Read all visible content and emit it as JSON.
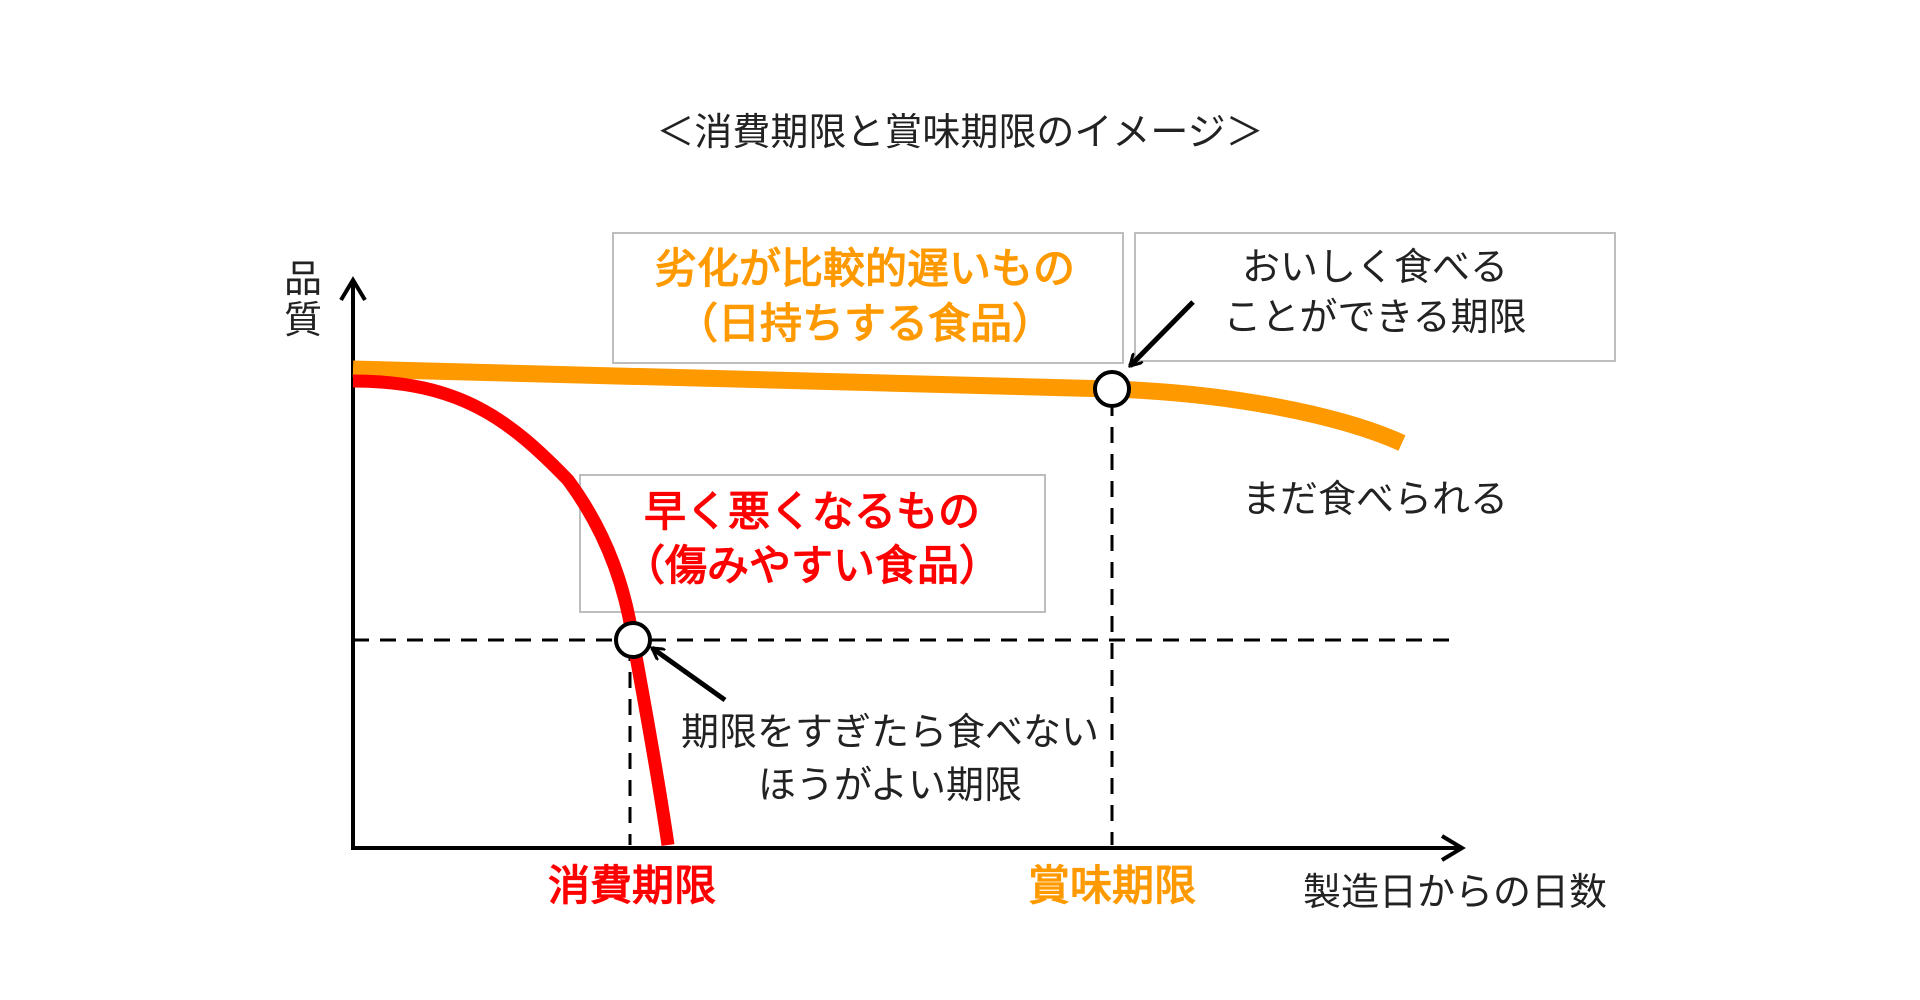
{
  "title": "＜消費期限と賞味期限のイメージ＞",
  "axes": {
    "y_label": "品質",
    "x_label": "製造日からの日数"
  },
  "slow_item": {
    "line1": "劣化が比較的遅いもの",
    "line2": "（日持ちする食品）",
    "color": "#ff9900"
  },
  "fast_item": {
    "line1": "早く悪くなるもの",
    "line2": "（傷みやすい食品）",
    "color": "#ff0000"
  },
  "best_before_note": {
    "line1": "おいしく食べる",
    "line2": "ことができる期限"
  },
  "still_edible": "まだ食べられる",
  "use_by_note": {
    "line1": "期限をすぎたら食べない",
    "line2": "ほうがよい期限"
  },
  "markers": {
    "use_by": "消費期限",
    "best_before": "賞味期限"
  },
  "colors": {
    "text": "#222222",
    "axis": "#000000",
    "box_border": "#bdbdbd"
  }
}
